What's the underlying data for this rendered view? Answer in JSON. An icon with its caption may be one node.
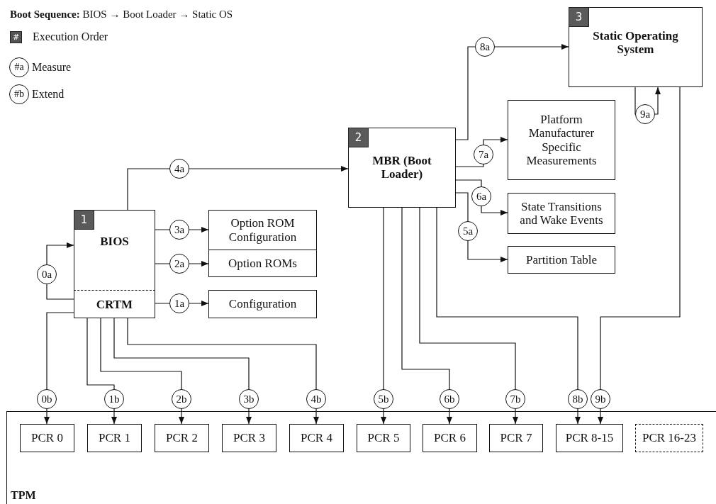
{
  "diagram": {
    "title": "**Boot Sequence:** BIOS → Boot Loader → Static OS",
    "nodes": [
      {
        "text": [
          "1",
          "BIOS"
        ]
      },
      {
        "text": [
          "CRTM"
        ],
        "in": 0
      },
      {
        "text": [
          "Option ROM Configuration"
        ]
      },
      {
        "text": [
          "Option ROMs"
        ]
      },
      {
        "text": [
          "Configuration"
        ]
      },
      {
        "text": [
          "2",
          "MBR (Boot Loader)"
        ]
      },
      {
        "text": [
          "3",
          "Static Operating System"
        ]
      },
      {
        "text": [
          "Platform Manufacturer Specific Measurements"
        ]
      },
      {
        "text": [
          "State Transitions and Wake Events"
        ]
      },
      {
        "text": [
          "Partition Table"
        ]
      },
      {
        "text": [
          "TPM"
        ]
      },
      {
        "text": [
          "PCR 0"
        ],
        "in": 10
      },
      {
        "text": [
          "PCR 1"
        ],
        "in": 10
      },
      {
        "text": [
          "PCR 2"
        ],
        "in": 10
      },
      {
        "text": [
          "PCR 3"
        ],
        "in": 10
      },
      {
        "text": [
          "PCR 4"
        ],
        "in": 10
      },
      {
        "text": [
          "PCR 5"
        ],
        "in": 10
      },
      {
        "text": [
          "PCR 6"
        ],
        "in": 10
      },
      {
        "text": [
          "PCR 7"
        ],
        "in": 10
      },
      {
        "text": [
          "PCR 8-15"
        ],
        "in": 10
      },
      {
        "text": [
          "PCR 16-23"
        ],
        "in": 10
      }
    ],
    "edges": [
      {
        "from": 1,
        "to": 0,
        "arrow": "to",
        "label": "0a"
      },
      {
        "from": 1,
        "to": 4,
        "arrow": "to",
        "label": "1a"
      },
      {
        "from": 0,
        "to": 3,
        "arrow": "to",
        "label": "2a"
      },
      {
        "from": 0,
        "to": 2,
        "arrow": "to",
        "label": "3a"
      },
      {
        "from": 0,
        "to": 5,
        "arrow": "to",
        "label": "4a"
      },
      {
        "from": 5,
        "to": 9,
        "arrow": "to",
        "label": "5a"
      },
      {
        "from": 5,
        "to": 8,
        "arrow": "to",
        "label": "6a"
      },
      {
        "from": 5,
        "to": 7,
        "arrow": "to",
        "label": "7a"
      },
      {
        "from": 5,
        "to": 6,
        "arrow": "to",
        "label": "8a"
      },
      {
        "from": 6,
        "to": 6,
        "arrow": "to",
        "label": "9a"
      },
      {
        "from": 1,
        "to": 11,
        "arrow": "to",
        "label": "0b"
      },
      {
        "from": 1,
        "to": 12,
        "arrow": "to",
        "label": "1b"
      },
      {
        "from": 1,
        "to": 13,
        "arrow": "to",
        "label": "2b"
      },
      {
        "from": 1,
        "to": 14,
        "arrow": "to",
        "label": "3b"
      },
      {
        "from": 1,
        "to": 15,
        "arrow": "to",
        "label": "4b"
      },
      {
        "from": 5,
        "to": 16,
        "arrow": "to",
        "label": "5b"
      },
      {
        "from": 5,
        "to": 17,
        "arrow": "to",
        "label": "6b"
      },
      {
        "from": 5,
        "to": 18,
        "arrow": "to",
        "label": "7b"
      },
      {
        "from": 5,
        "to": 19,
        "arrow": "to",
        "label": "8b"
      },
      {
        "from": 6,
        "to": 19,
        "arrow": "to",
        "label": "9b"
      }
    ],
    "labels": [
      "#",
      "#a",
      "#b"
    ],
    "legend": [
      {
        "text": "Execution Order"
      },
      {
        "text": "Measure"
      },
      {
        "text": "Extend"
      }
    ]
  }
}
